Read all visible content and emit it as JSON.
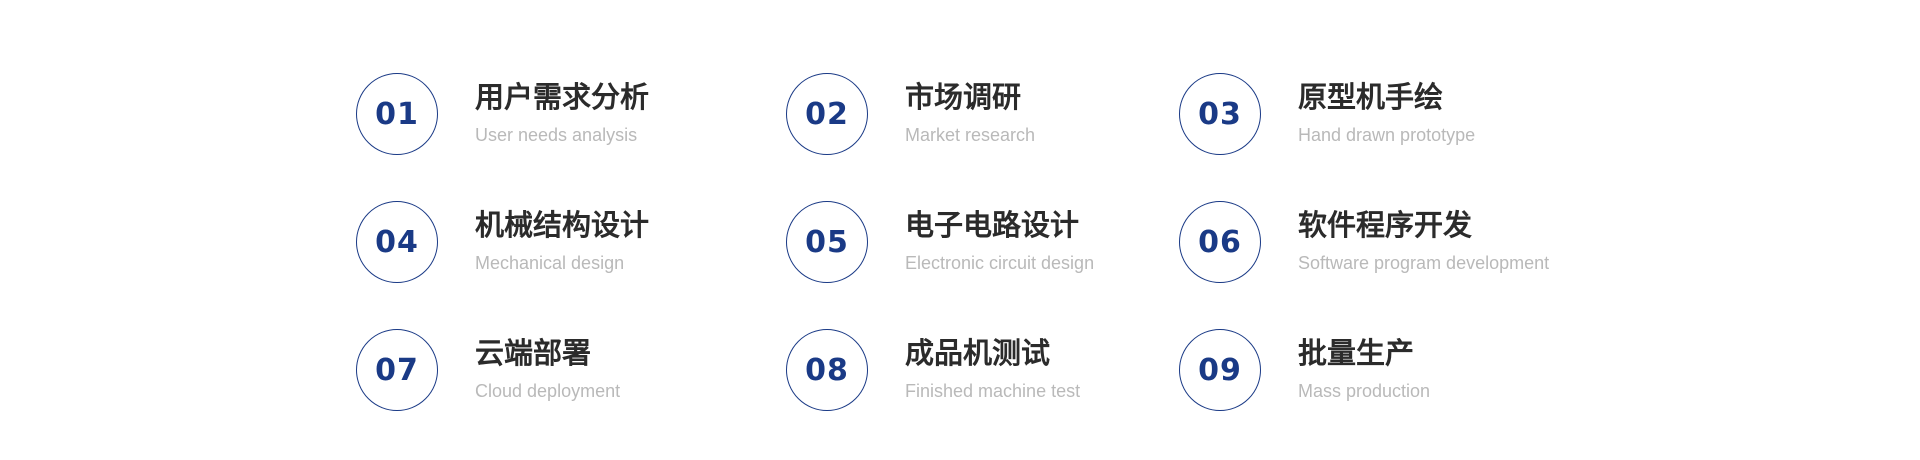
{
  "steps": [
    {
      "number": "01",
      "title": "用户需求分析",
      "subtitle": "User needs analysis"
    },
    {
      "number": "02",
      "title": "市场调研",
      "subtitle": "Market research"
    },
    {
      "number": "03",
      "title": "原型机手绘",
      "subtitle": "Hand drawn prototype"
    },
    {
      "number": "04",
      "title": "机械结构设计",
      "subtitle": "Mechanical design"
    },
    {
      "number": "05",
      "title": "电子电路设计",
      "subtitle": "Electronic circuit design"
    },
    {
      "number": "06",
      "title": "软件程序开发",
      "subtitle": "Software program development"
    },
    {
      "number": "07",
      "title": "云端部署",
      "subtitle": "Cloud deployment"
    },
    {
      "number": "08",
      "title": "成品机测试",
      "subtitle": "Finished machine test"
    },
    {
      "number": "09",
      "title": "批量生产",
      "subtitle": "Mass production"
    }
  ],
  "colors": {
    "accent": "#1a3a86",
    "title": "#2b2b2b",
    "subtitle": "#b9b9b9",
    "background": "#ffffff"
  }
}
